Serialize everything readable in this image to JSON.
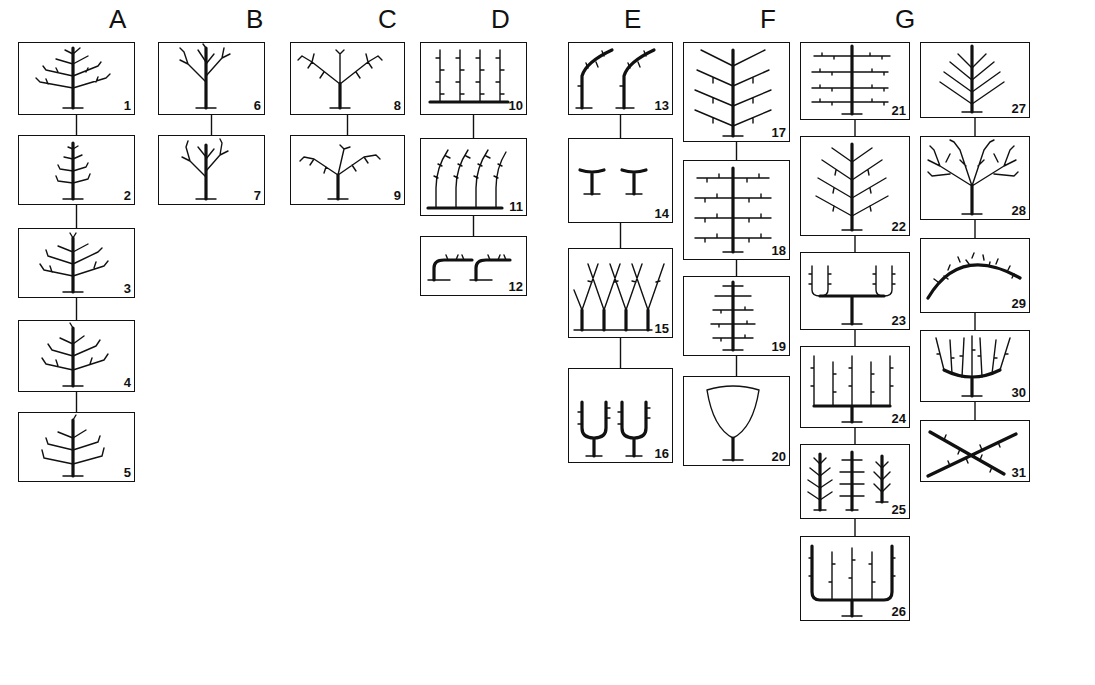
{
  "diagram": {
    "nodes": [
      {
        "text": [
          "1"
        ]
      },
      {
        "text": [
          "2"
        ]
      },
      {
        "text": [
          "3"
        ]
      },
      {
        "text": [
          "4"
        ]
      },
      {
        "text": [
          "5"
        ]
      },
      {
        "text": [
          "6"
        ]
      },
      {
        "text": [
          "7"
        ]
      },
      {
        "text": [
          "8"
        ]
      },
      {
        "text": [
          "9"
        ]
      },
      {
        "text": [
          "10"
        ]
      },
      {
        "text": [
          "11"
        ]
      },
      {
        "text": [
          "12"
        ]
      },
      {
        "text": [
          "13"
        ]
      },
      {
        "text": [
          "14"
        ]
      },
      {
        "text": [
          "15"
        ]
      },
      {
        "text": [
          "16"
        ]
      },
      {
        "text": [
          "17"
        ]
      },
      {
        "text": [
          "18"
        ]
      },
      {
        "text": [
          "19"
        ]
      },
      {
        "text": [
          "20"
        ]
      },
      {
        "text": [
          "21"
        ]
      },
      {
        "text": [
          "22"
        ]
      },
      {
        "text": [
          "23"
        ]
      },
      {
        "text": [
          "24"
        ]
      },
      {
        "text": [
          "25"
        ]
      },
      {
        "text": [
          "26"
        ]
      },
      {
        "text": [
          "27"
        ]
      },
      {
        "text": [
          "28"
        ]
      },
      {
        "text": [
          "29"
        ]
      },
      {
        "text": [
          "30"
        ]
      },
      {
        "text": [
          "31"
        ]
      }
    ],
    "edges": [
      {
        "from": 0,
        "to": 1,
        "arrow": "none"
      },
      {
        "from": 1,
        "to": 2,
        "arrow": "none"
      },
      {
        "from": 2,
        "to": 3,
        "arrow": "none"
      },
      {
        "from": 3,
        "to": 4,
        "arrow": "none"
      },
      {
        "from": 5,
        "to": 6,
        "arrow": "none"
      },
      {
        "from": 7,
        "to": 8,
        "arrow": "none"
      },
      {
        "from": 9,
        "to": 10,
        "arrow": "none"
      },
      {
        "from": 10,
        "to": 11,
        "arrow": "none"
      },
      {
        "from": 12,
        "to": 13,
        "arrow": "none"
      },
      {
        "from": 13,
        "to": 14,
        "arrow": "none"
      },
      {
        "from": 14,
        "to": 15,
        "arrow": "none"
      },
      {
        "from": 16,
        "to": 17,
        "arrow": "none"
      },
      {
        "from": 17,
        "to": 18,
        "arrow": "none"
      },
      {
        "from": 18,
        "to": 19,
        "arrow": "none"
      },
      {
        "from": 20,
        "to": 21,
        "arrow": "none"
      },
      {
        "from": 21,
        "to": 22,
        "arrow": "none"
      },
      {
        "from": 22,
        "to": 23,
        "arrow": "none"
      },
      {
        "from": 23,
        "to": 24,
        "arrow": "none"
      },
      {
        "from": 24,
        "to": 25,
        "arrow": "none"
      },
      {
        "from": 26,
        "to": 27,
        "arrow": "none"
      },
      {
        "from": 27,
        "to": 28,
        "arrow": "none"
      },
      {
        "from": 28,
        "to": 29,
        "arrow": "none"
      },
      {
        "from": 29,
        "to": 30,
        "arrow": "none"
      }
    ],
    "labels": [
      "A",
      "B",
      "C",
      "D",
      "E",
      "F",
      "G"
    ]
  }
}
